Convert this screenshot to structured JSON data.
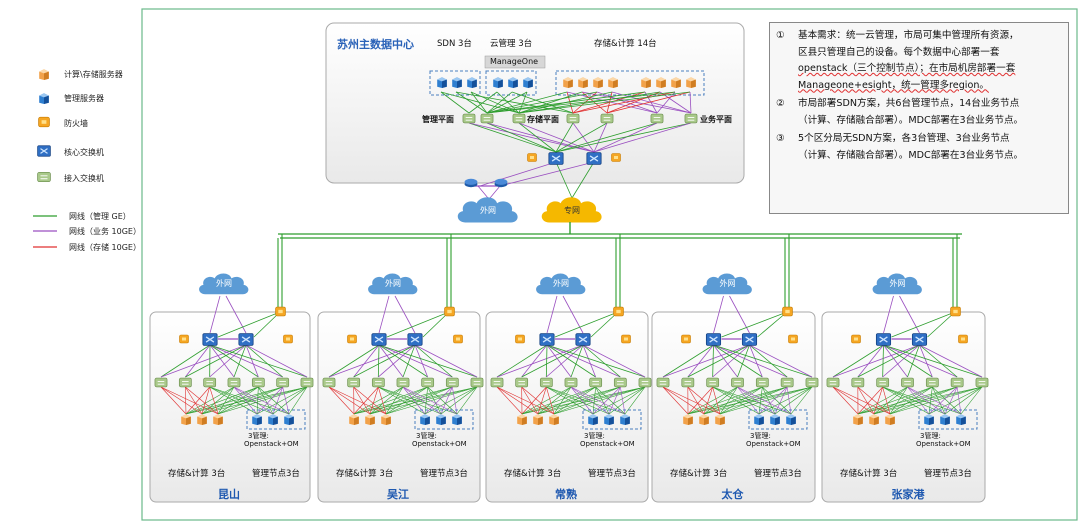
{
  "main_dc": {
    "title": "苏州主数据中心",
    "sdn": "SDN 3台",
    "cloud_mgmt": "云管理 3台",
    "storage_compute": "存储&计算 14台",
    "manageone": "ManageOne",
    "plane_mgmt": "管理平面",
    "plane_storage": "存储平面",
    "plane_business": "业务平面",
    "external_net": "外网",
    "private_net": "专网"
  },
  "legend": {
    "items": [
      {
        "label": "计算\\存储服务器",
        "icon": "compute-storage-server-icon"
      },
      {
        "label": "管理服务器",
        "icon": "management-server-icon"
      },
      {
        "label": "防火墙",
        "icon": "firewall-icon"
      },
      {
        "label": "核心交换机",
        "icon": "core-switch-icon"
      },
      {
        "label": "接入交换机",
        "icon": "access-switch-icon"
      }
    ],
    "lines": [
      {
        "label": "网线（管理 GE）",
        "color": "#2e9e2e"
      },
      {
        "label": "网线（业务 10GE）",
        "color": "#9a4fc0"
      },
      {
        "label": "网线（存储 10GE）",
        "color": "#e03030"
      }
    ]
  },
  "requirements": {
    "items": [
      {
        "num": "①",
        "lines": [
          "基本需求：统一云管理，市局可集中管理所有资源，",
          "区县只管理自己的设备。每个数据中心部署一套",
          "openstack（三个控制节点）；在市局机房部署一套",
          "Manageone+esight，统一管理多region。"
        ]
      },
      {
        "num": "②",
        "lines": [
          "市局部署SDN方案，共6台管理节点，14台业务节点",
          "（计算、存储融合部署）。MDC部署在3台业务节点。"
        ]
      },
      {
        "num": "③",
        "lines": [
          "5个区分局无SDN方案，各3台管理、3台业务节点",
          "（计算、存储融合部署）。MDC部署在3台业务节点。"
        ]
      }
    ]
  },
  "branches": [
    {
      "name": "昆山",
      "external": "外网",
      "mgmt_note_1": "3管理:",
      "mgmt_note_2": "Openstack+OM",
      "storage_compute": "存储&计算 3台",
      "mgmt_nodes": "管理节点3台"
    },
    {
      "name": "吴江",
      "external": "外网",
      "mgmt_note_1": "3管理:",
      "mgmt_note_2": "Openstack+OM",
      "storage_compute": "存储&计算 3台",
      "mgmt_nodes": "管理节点3台"
    },
    {
      "name": "常熟",
      "external": "外网",
      "mgmt_note_1": "3管理:",
      "mgmt_note_2": "Openstack+OM",
      "storage_compute": "存储&计算 3台",
      "mgmt_nodes": "管理节点3台"
    },
    {
      "name": "太仓",
      "external": "外网",
      "mgmt_note_1": "3管理:",
      "mgmt_note_2": "Openstack+OM",
      "storage_compute": "存储&计算 3台",
      "mgmt_nodes": "管理节点3台"
    },
    {
      "name": "张家港",
      "external": "外网",
      "mgmt_note_1": "3管理:",
      "mgmt_note_2": "Openstack+OM",
      "storage_compute": "存储&计算 3台",
      "mgmt_nodes": "管理节点3台"
    }
  ],
  "colors": {
    "mgmt_line": "#2e9e2e",
    "business_line": "#9a4fc0",
    "storage_line": "#e03030",
    "frame_border": "#6ab98a",
    "cloud_blue": "#5b9bd5",
    "cloud_orange": "#f5b800"
  }
}
